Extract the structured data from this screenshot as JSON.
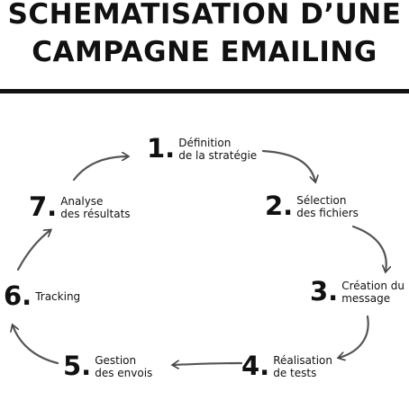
{
  "title": {
    "line1": "SCHEMATISATION D’UNE",
    "line2": "CAMPAGNE EMAILING"
  },
  "steps": [
    {
      "number": "1.",
      "line1": "Définition",
      "line2": "de la stratégie"
    },
    {
      "number": "2.",
      "line1": "Sélection",
      "line2": "des fichiers"
    },
    {
      "number": "3.",
      "line1": "Création du",
      "line2": "message"
    },
    {
      "number": "4.",
      "line1": "Réalisation",
      "line2": "de tests"
    },
    {
      "number": "5.",
      "line1": "Gestion",
      "line2": "des envois"
    },
    {
      "number": "6.",
      "line1": "Tracking",
      "line2": ""
    },
    {
      "number": "7.",
      "line1": "Analyse",
      "line2": "des résultats"
    }
  ],
  "colors": {
    "ink": "#111111",
    "arrow": "#444444",
    "background": "#ffffff"
  }
}
